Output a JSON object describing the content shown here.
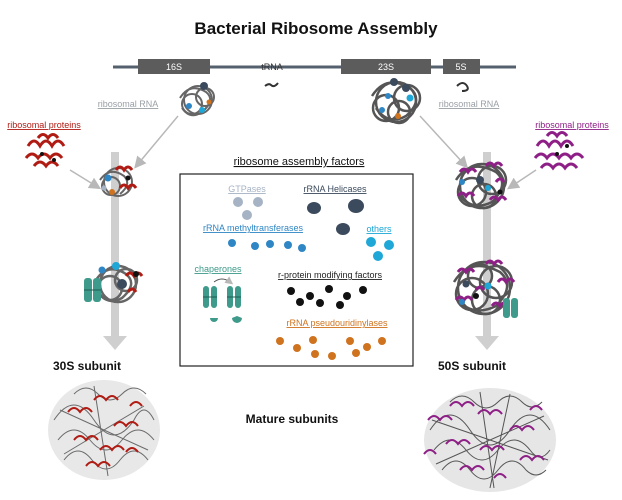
{
  "title": "Bacterial Ribosome Assembly",
  "rna_segments": [
    "16S",
    "tRNA",
    "23S",
    "5S"
  ],
  "left": {
    "rrna_label": "ribosomal RNA",
    "rprotein_label": "ribosomal proteins",
    "subunit_label": "30S subunit"
  },
  "right": {
    "rrna_label": "ribosomal RNA",
    "rprotein_label": "ribosomal proteins",
    "subunit_label": "50S subunit"
  },
  "factors": {
    "heading": "ribosome assembly factors",
    "gtpases": "GTPases",
    "helicases": "rRNA Helicases",
    "methyltransferases": "rRNA methyltransferases",
    "others": "others",
    "chaperones": "chaperones",
    "rprotein_modifying": "r-protein modifying factors",
    "pseudouridinylases": "rRNA pseudouridinylases"
  },
  "mature_label": "Mature subunits",
  "colors": {
    "rrna_strand": "#5b5b5b",
    "rna_bar": "#55606e",
    "rna_box": "#5c5c5c",
    "gtpase": "#a6b3c4",
    "helicase": "#3b4a5c",
    "methyltransferase": "#2f86c4",
    "others": "#1ea7d7",
    "chaperone": "#3e9a8a",
    "rprotein_modifier": "#111111",
    "pseudouridinylase": "#d0731f",
    "rprotein_30s": "#b01b13",
    "rprotein_50s": "#8e1f86",
    "arrow": "#cfcfcf"
  },
  "icons": {
    "chaperone": "barrel-chaperone-icon",
    "rprotein": "protein-coil-icon",
    "rrna": "rna-coil-icon",
    "mature": "ribosome-structure-icon"
  }
}
